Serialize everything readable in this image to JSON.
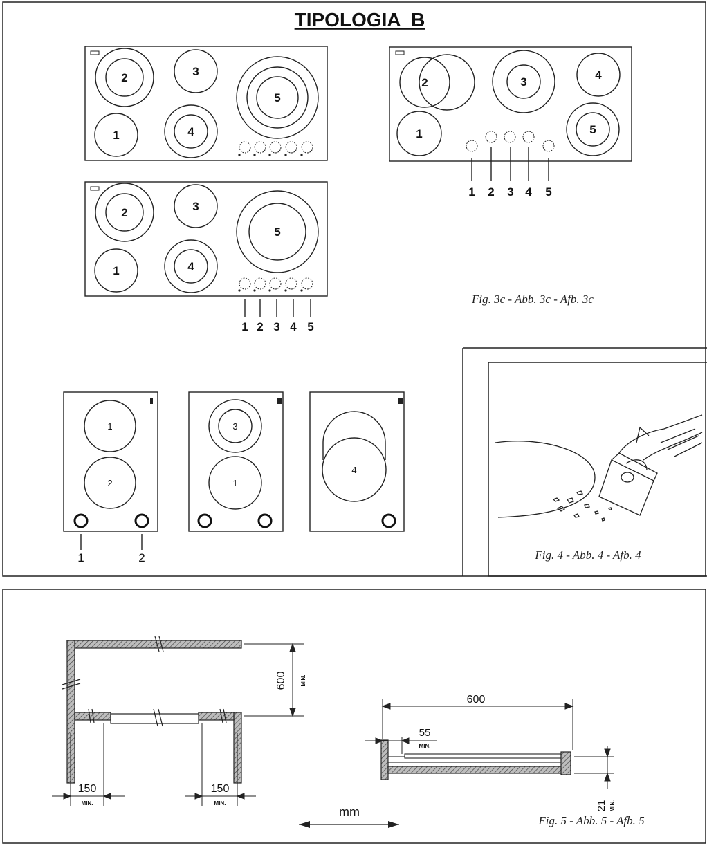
{
  "title": "TIPOLOGIA  B",
  "captions": {
    "fig3c": "Fig. 3c - Abb. 3c - Afb. 3c",
    "fig4": "Fig. 4 - Abb. 4 - Afb. 4",
    "fig5": "Fig. 5 - Abb. 5 - Afb. 5"
  },
  "zone_numbers": [
    "1",
    "2",
    "3",
    "4",
    "5"
  ],
  "control_numbers": [
    "1",
    "2",
    "3",
    "4",
    "5"
  ],
  "dimensions": {
    "min_label": "MIN.",
    "wall_gap": "600",
    "side_clearance": "150",
    "depth": "600",
    "front_offset": "55",
    "thickness": "21",
    "unit": "mm"
  }
}
